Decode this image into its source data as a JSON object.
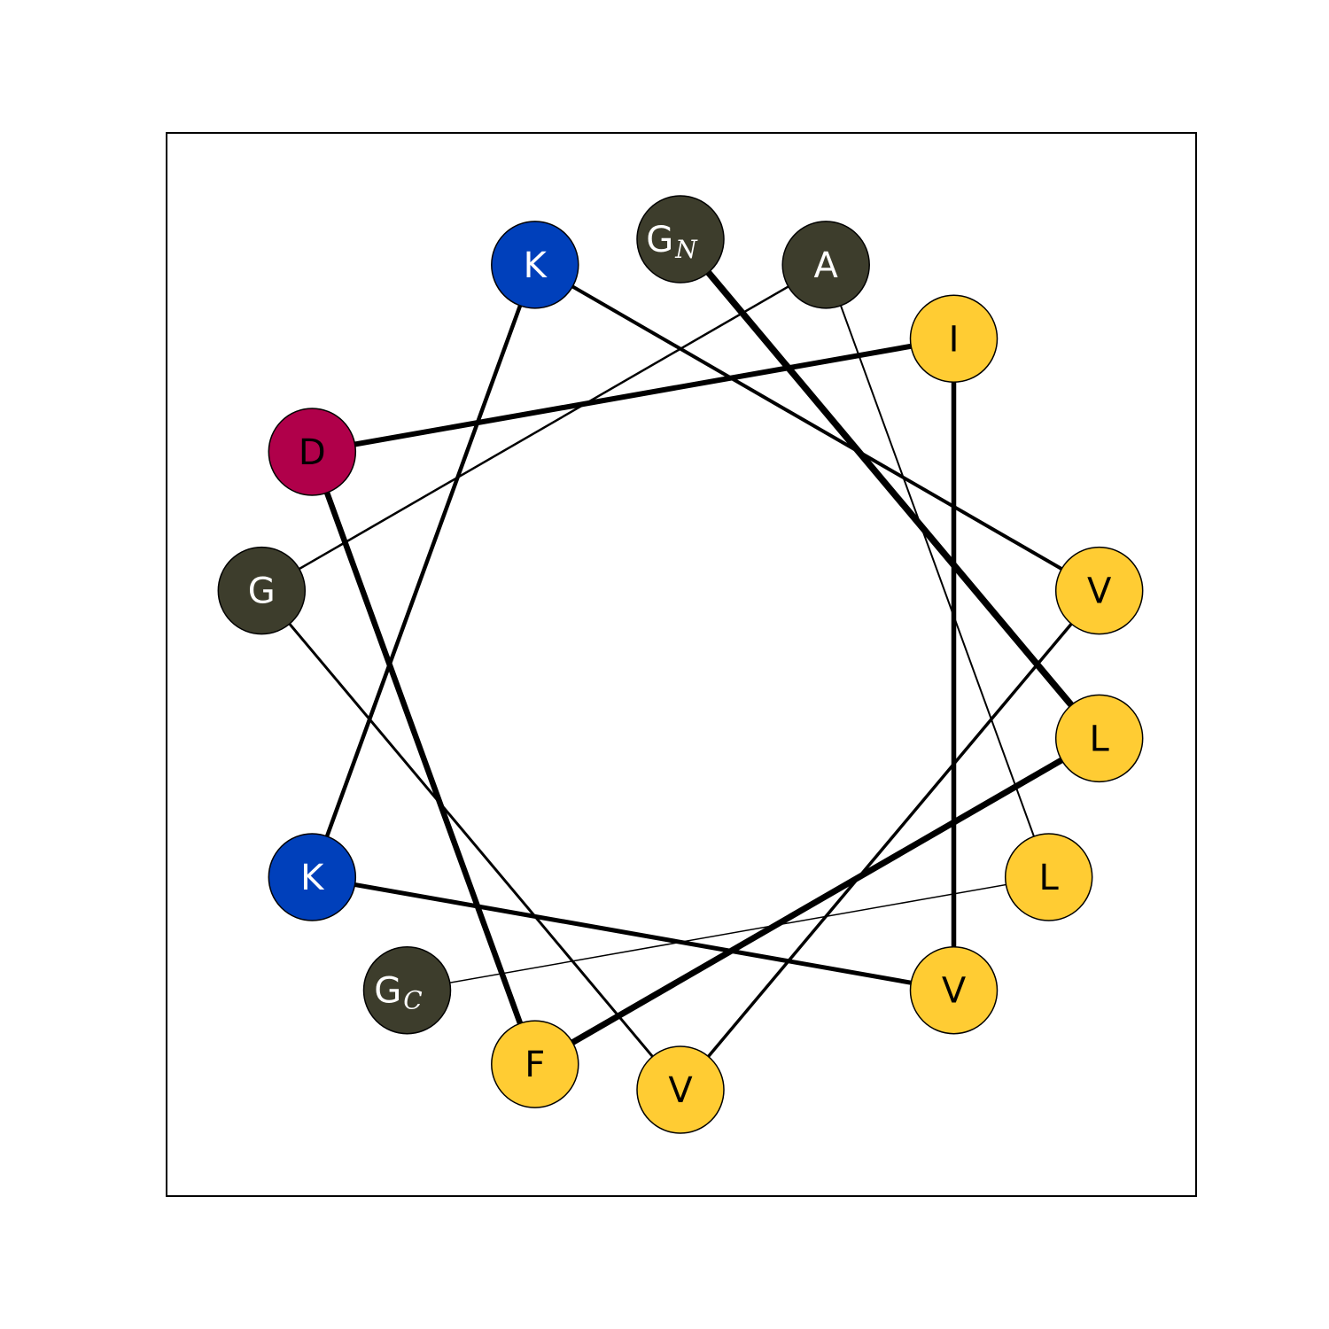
{
  "residues": [
    {
      "letter": "G",
      "sub": "N",
      "class": "small"
    },
    {
      "letter": "L",
      "sub": "",
      "class": "hydrophobic"
    },
    {
      "letter": "F",
      "sub": "",
      "class": "hydrophobic"
    },
    {
      "letter": "D",
      "sub": "",
      "class": "acidic"
    },
    {
      "letter": "I",
      "sub": "",
      "class": "hydrophobic"
    },
    {
      "letter": "V",
      "sub": "",
      "class": "hydrophobic"
    },
    {
      "letter": "K",
      "sub": "",
      "class": "basic"
    },
    {
      "letter": "K",
      "sub": "",
      "class": "basic"
    },
    {
      "letter": "V",
      "sub": "",
      "class": "hydrophobic"
    },
    {
      "letter": "V",
      "sub": "",
      "class": "hydrophobic"
    },
    {
      "letter": "G",
      "sub": "",
      "class": "small"
    },
    {
      "letter": "A",
      "sub": "",
      "class": "small"
    },
    {
      "letter": "L",
      "sub": "",
      "class": "hydrophobic"
    },
    {
      "letter": "G",
      "sub": "C",
      "class": "small"
    }
  ],
  "colors": {
    "hydrophobic": "#ffcc33",
    "basic": "#0040bb",
    "acidic": "#b0004a",
    "small": "#3d3d2c"
  },
  "text_colors": {
    "hydrophobic": "#000000",
    "basic": "#ffffff",
    "acidic": "#000000",
    "small": "#ffffff"
  },
  "rotation_step_deg": 100
}
